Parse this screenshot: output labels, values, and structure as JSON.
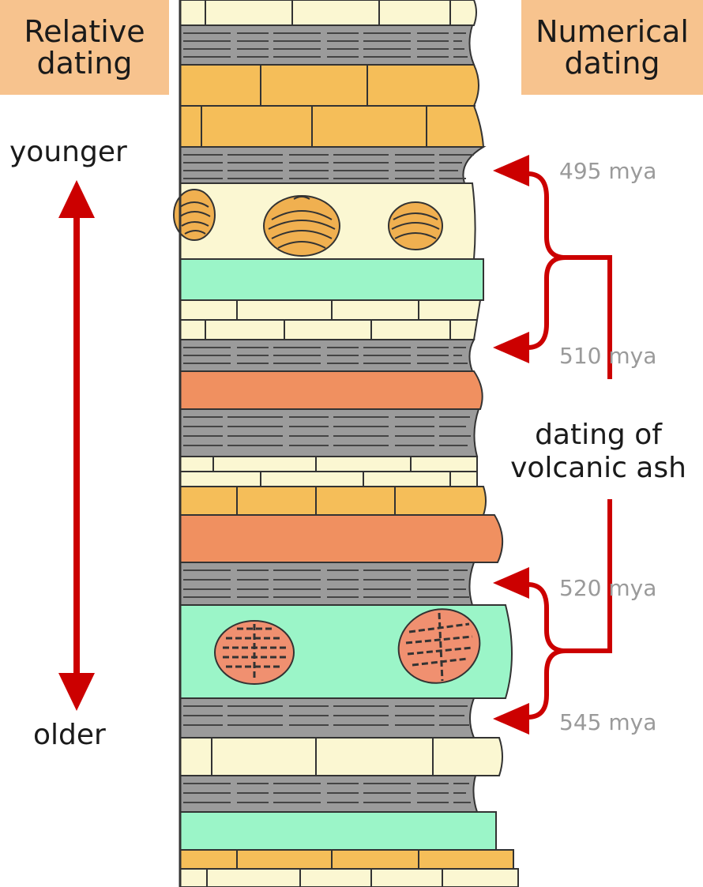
{
  "headers": {
    "relative": [
      "Relative",
      "dating"
    ],
    "numerical": [
      "Numerical",
      "dating"
    ]
  },
  "relative_scale": {
    "top_label": "younger",
    "bottom_label": "older"
  },
  "ages": [
    "495 mya",
    "510 mya",
    "520 mya",
    "545 mya"
  ],
  "ash_label": [
    "dating of",
    "volcanic ash"
  ],
  "colors": {
    "header_bg": "#f7c38e",
    "arrow": "#cc0000",
    "shale": "#9b9b9b",
    "limestone_cream": "#fbf7d2",
    "sandstone_orange": "#f5be59",
    "volcanic_ash": "#f09060",
    "green_layer": "#9bf5c8",
    "age_text": "#9a9a9a"
  }
}
